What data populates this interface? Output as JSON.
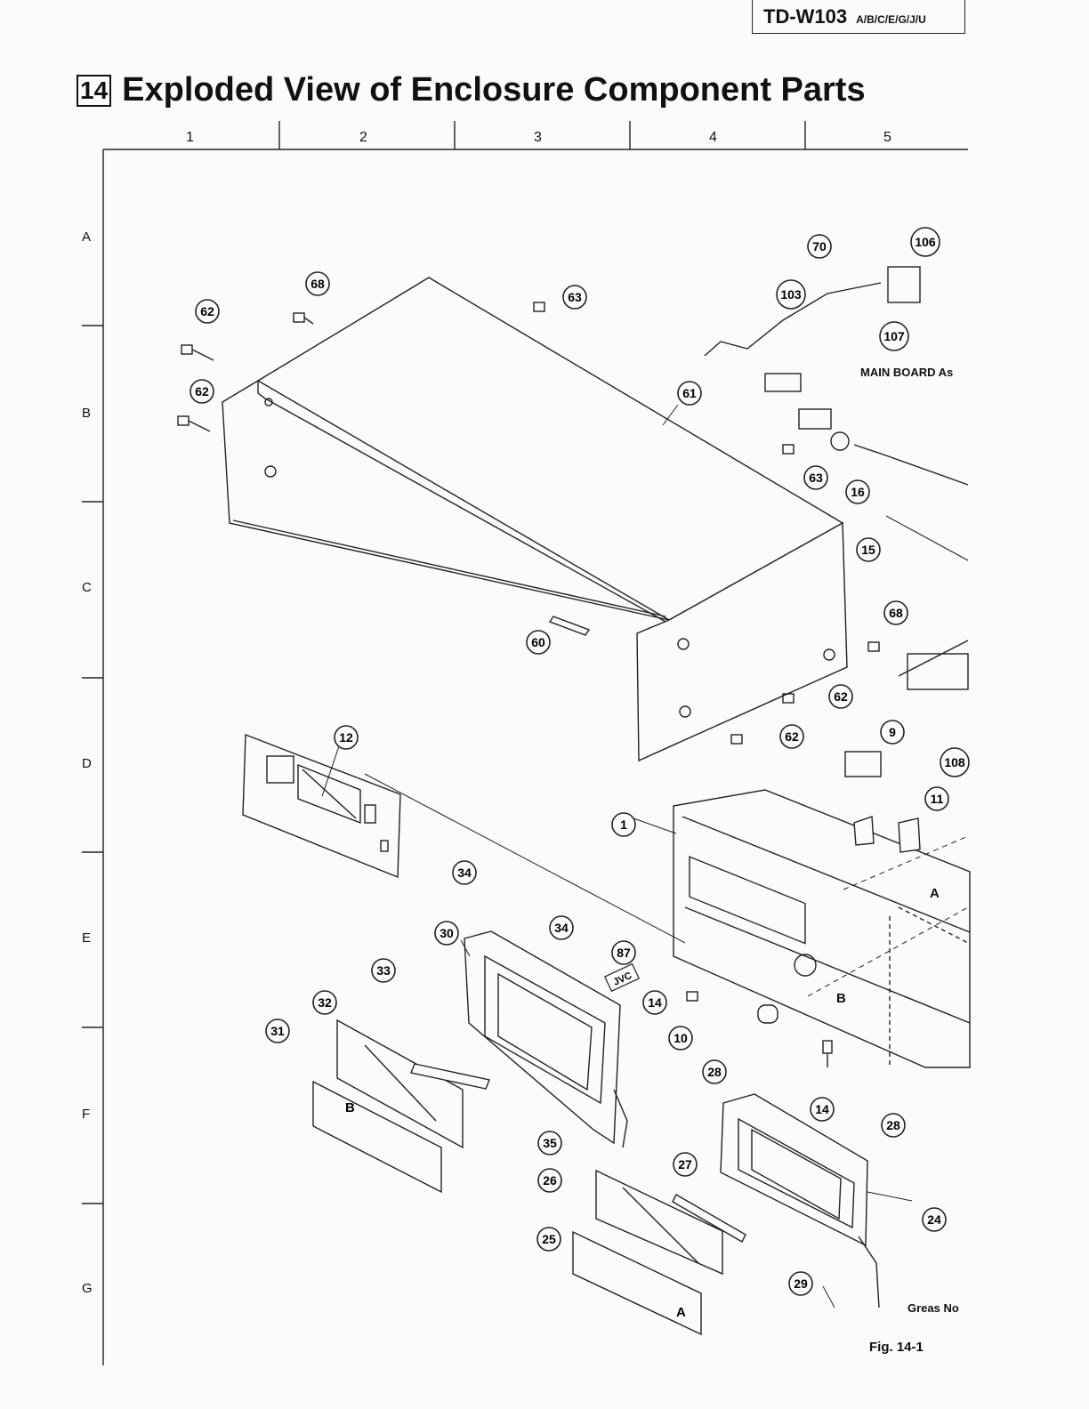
{
  "header": {
    "model_name": "TD-W103",
    "model_variants": "A/B/C/E/G/J/U"
  },
  "title": {
    "section_number": "14",
    "text": "Exploded View of Enclosure Component Parts"
  },
  "grid": {
    "columns": [
      "1",
      "2",
      "3",
      "4",
      "5"
    ],
    "rows": [
      "A",
      "B",
      "C",
      "D",
      "E",
      "F",
      "G"
    ]
  },
  "callouts": [
    {
      "id": "c70",
      "label": "70"
    },
    {
      "id": "c106",
      "label": "106"
    },
    {
      "id": "c68a",
      "label": "68"
    },
    {
      "id": "c63a",
      "label": "63"
    },
    {
      "id": "c103",
      "label": "103"
    },
    {
      "id": "c62a",
      "label": "62"
    },
    {
      "id": "c107",
      "label": "107"
    },
    {
      "id": "c62b",
      "label": "62"
    },
    {
      "id": "c61",
      "label": "61"
    },
    {
      "id": "c63b",
      "label": "63"
    },
    {
      "id": "c16",
      "label": "16"
    },
    {
      "id": "c15",
      "label": "15"
    },
    {
      "id": "c68b",
      "label": "68"
    },
    {
      "id": "c60",
      "label": "60"
    },
    {
      "id": "c62c",
      "label": "62"
    },
    {
      "id": "c62d",
      "label": "62"
    },
    {
      "id": "c12",
      "label": "12"
    },
    {
      "id": "c9",
      "label": "9"
    },
    {
      "id": "c108",
      "label": "108"
    },
    {
      "id": "c11",
      "label": "11"
    },
    {
      "id": "c1",
      "label": "1"
    },
    {
      "id": "c34a",
      "label": "34"
    },
    {
      "id": "c34b",
      "label": "34"
    },
    {
      "id": "c30",
      "label": "30"
    },
    {
      "id": "c87",
      "label": "87"
    },
    {
      "id": "c33",
      "label": "33"
    },
    {
      "id": "c32",
      "label": "32"
    },
    {
      "id": "c14a",
      "label": "14"
    },
    {
      "id": "c10",
      "label": "10"
    },
    {
      "id": "c31",
      "label": "31"
    },
    {
      "id": "c28a",
      "label": "28"
    },
    {
      "id": "c14b",
      "label": "14"
    },
    {
      "id": "c28b",
      "label": "28"
    },
    {
      "id": "c35",
      "label": "35"
    },
    {
      "id": "c27",
      "label": "27"
    },
    {
      "id": "c26",
      "label": "26"
    },
    {
      "id": "c24",
      "label": "24"
    },
    {
      "id": "c25",
      "label": "25"
    },
    {
      "id": "c29",
      "label": "29"
    }
  ],
  "annotations": {
    "main_board": "MAIN BOARD As",
    "ref_a": "A",
    "ref_b": "B",
    "panel_letter_a": "A",
    "panel_letter_b": "B",
    "brand_badge": "JVC",
    "grease": "Greas No",
    "figure": "Fig. 14-1"
  }
}
